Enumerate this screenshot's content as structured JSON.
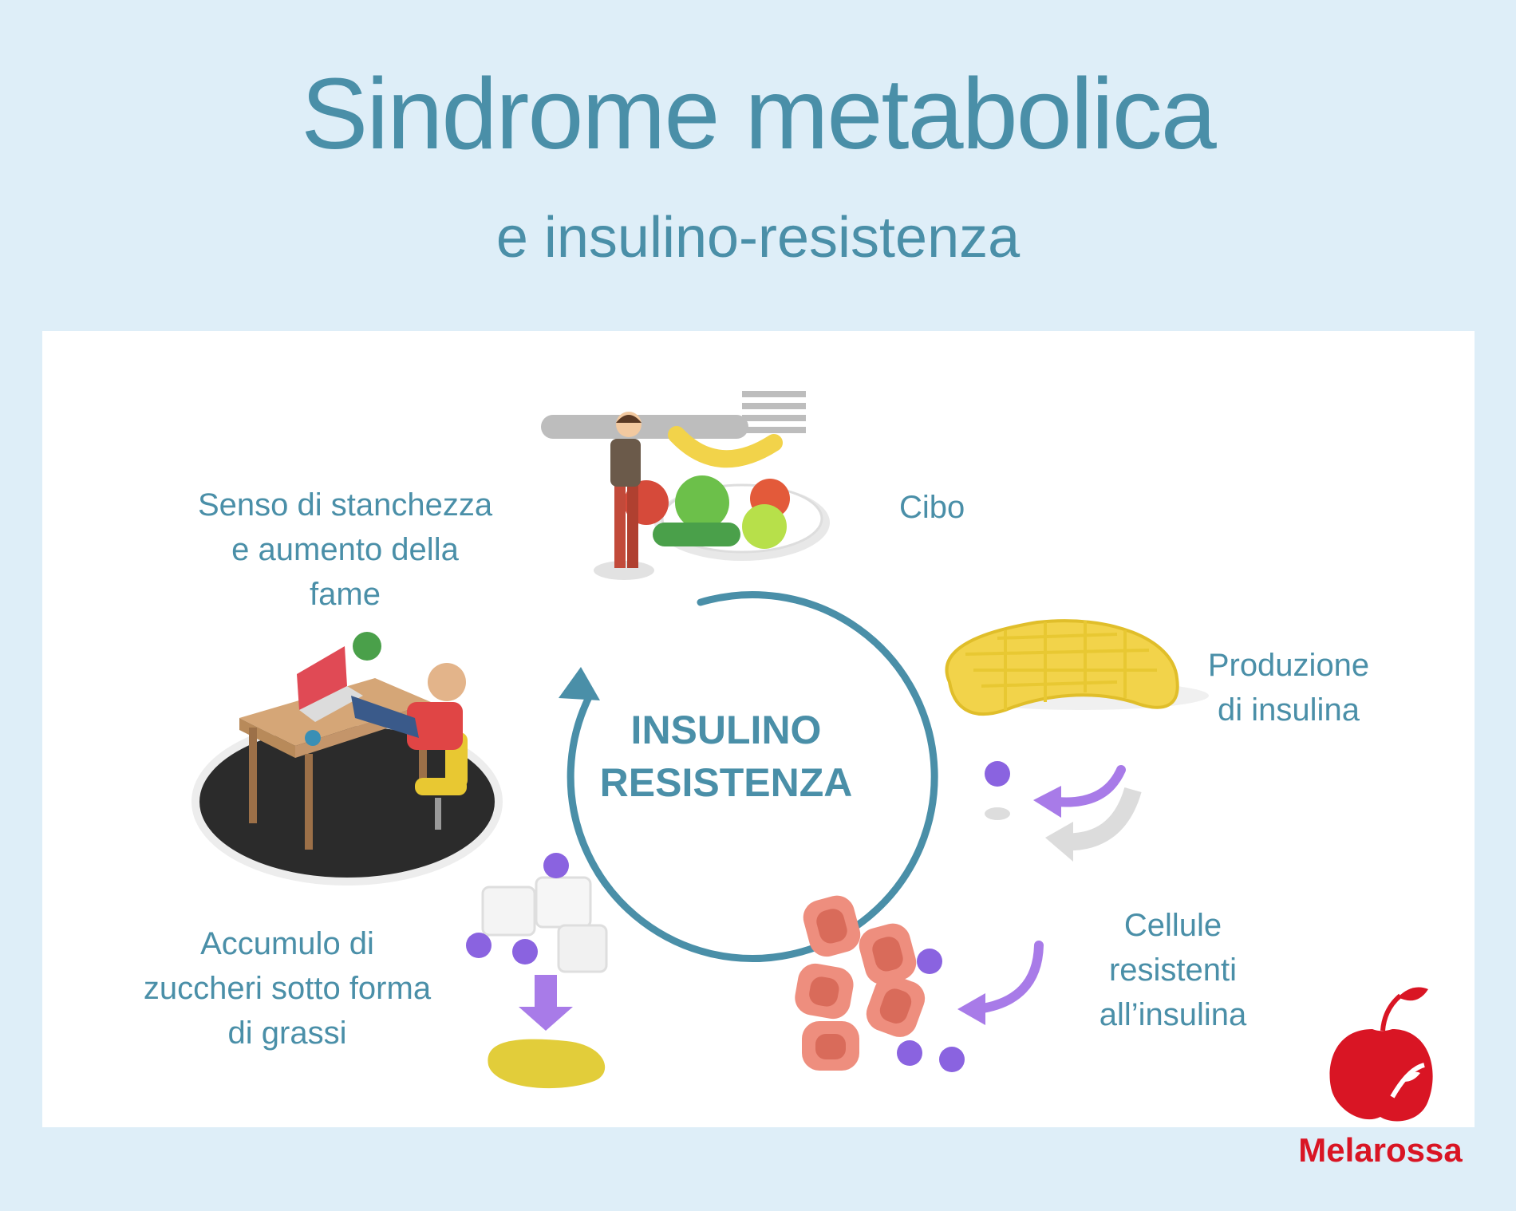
{
  "header": {
    "title": "Sindrome metabolica",
    "subtitle": "e insulino-resistenza"
  },
  "cycle": {
    "center": "INSULINO\nRESISTENZA",
    "steps": [
      {
        "label": "Cibo"
      },
      {
        "label": "Produzione\ndi insulina"
      },
      {
        "label": "Cellule\nresistenti\nall’insulina"
      },
      {
        "label": "Accumulo di\nzuccheri sotto forma\ndi grassi"
      },
      {
        "label": "Senso di stanchezza\ne aumento della\nfame"
      }
    ]
  },
  "brand": {
    "name": "Melarossa"
  },
  "colors": {
    "background": "#deeef8",
    "text": "#4a8fa8",
    "cycle_arrow": "#4a8fa8",
    "flow_arrow": "#a87be8",
    "molecule": "#8a63e0",
    "brand": "#d91524"
  },
  "icons": [
    "man-fork-food-plate-icon",
    "pancreas-icon",
    "resistant-cells-icon",
    "sugar-to-fat-icon",
    "tired-man-desk-icon",
    "apple-logo-icon"
  ]
}
